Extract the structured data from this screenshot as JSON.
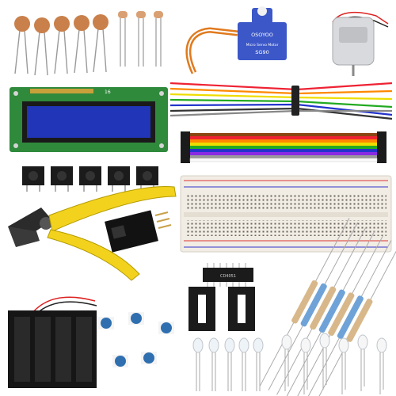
{
  "image": {
    "kind": "product photo — electronics starter kit components on white background",
    "background": "#ffffff"
  },
  "servo": {
    "brand_label": "OSOYOO",
    "model_label": "SG90",
    "sub_label": "Micro Servo Motor",
    "color": "#3b57c8"
  },
  "lcd": {
    "pin_label": "16",
    "board_color": "#2f8a3c",
    "screen_color": "#2035b8"
  },
  "breadboard_chip": {
    "label": "CD4051"
  },
  "palette": {
    "yellow_grip": "#f2d21c",
    "capacitor": "#c9804a",
    "black_part": "#1b1b1b",
    "potentiometer_blue": "#2f6fb0"
  }
}
